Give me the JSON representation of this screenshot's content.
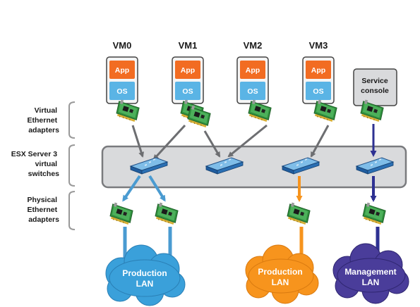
{
  "vms": [
    {
      "name": "VM0",
      "app": "App",
      "os": "OS"
    },
    {
      "name": "VM1",
      "app": "App",
      "os": "OS"
    },
    {
      "name": "VM2",
      "app": "App",
      "os": "OS"
    },
    {
      "name": "VM3",
      "app": "App",
      "os": "OS"
    }
  ],
  "service_console": {
    "line1": "Service",
    "line2": "console"
  },
  "side_labels": {
    "virtual_adapters": [
      "Virtual",
      "Ethernet",
      "adapters"
    ],
    "virtual_switches": [
      "ESX Server 3",
      "virtual",
      "switches"
    ],
    "physical_adapters": [
      "Physical",
      "Ethernet",
      "adapters"
    ]
  },
  "clouds": [
    {
      "line1": "Production",
      "line2": "LAN",
      "color": "#3aa0da"
    },
    {
      "line1": "Production",
      "line2": "LAN",
      "color": "#f7941d"
    },
    {
      "line1": "Management",
      "line2": "LAN",
      "color": "#4a3d9a"
    }
  ],
  "colors": {
    "app_box": "#f26c22",
    "os_box": "#5ab4e5",
    "switch_box": "#d9dadc",
    "gray_arrow": "#6d6e71",
    "blue_link": "#4a9bd1",
    "orange_link": "#f7941d",
    "purple_link": "#2e3192",
    "nic_green": "#3aa24a"
  }
}
